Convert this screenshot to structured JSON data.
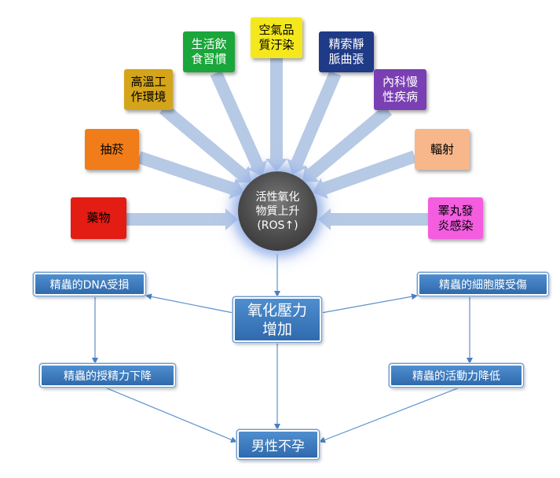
{
  "factors": [
    {
      "id": "medicine",
      "label": "藥物",
      "color": "#e31d14",
      "text_color": "#000000"
    },
    {
      "id": "smoking",
      "label": "抽菸",
      "color": "#f07d1a",
      "text_color": "#000000"
    },
    {
      "id": "heat",
      "label": "高溫工\n作環境",
      "color": "#d4a41a",
      "text_color": "#000000"
    },
    {
      "id": "lifestyle",
      "label": "生活飲\n食習慣",
      "color": "#1aa63a",
      "text_color": "#ffffff"
    },
    {
      "id": "air",
      "label": "空氣品\n質汙染",
      "color": "#f4e81c",
      "text_color": "#000000"
    },
    {
      "id": "varicocele",
      "label": "精索靜\n脈曲張",
      "color": "#1f3a86",
      "text_color": "#ffffff"
    },
    {
      "id": "internal",
      "label": "內科慢\n性疾病",
      "color": "#7a3fb3",
      "text_color": "#ffffff"
    },
    {
      "id": "radiation",
      "label": "輻射",
      "color": "#f7b78a",
      "text_color": "#000000"
    },
    {
      "id": "orchitis",
      "label": "睪丸發\n炎感染",
      "color": "#f45de0",
      "text_color": "#000000"
    }
  ],
  "center": {
    "label": "活性氧化\n物質上升\n(ROS↑)"
  },
  "oxidative": {
    "label": "氧化壓力\n增加"
  },
  "effects": {
    "dna": "精蟲的DNA受損",
    "membrane": "精蟲的細胞膜受傷",
    "fertilization": "精蟲的授精力下降",
    "motility": "精蟲的活動力降低"
  },
  "result": {
    "label": "男性不孕"
  }
}
